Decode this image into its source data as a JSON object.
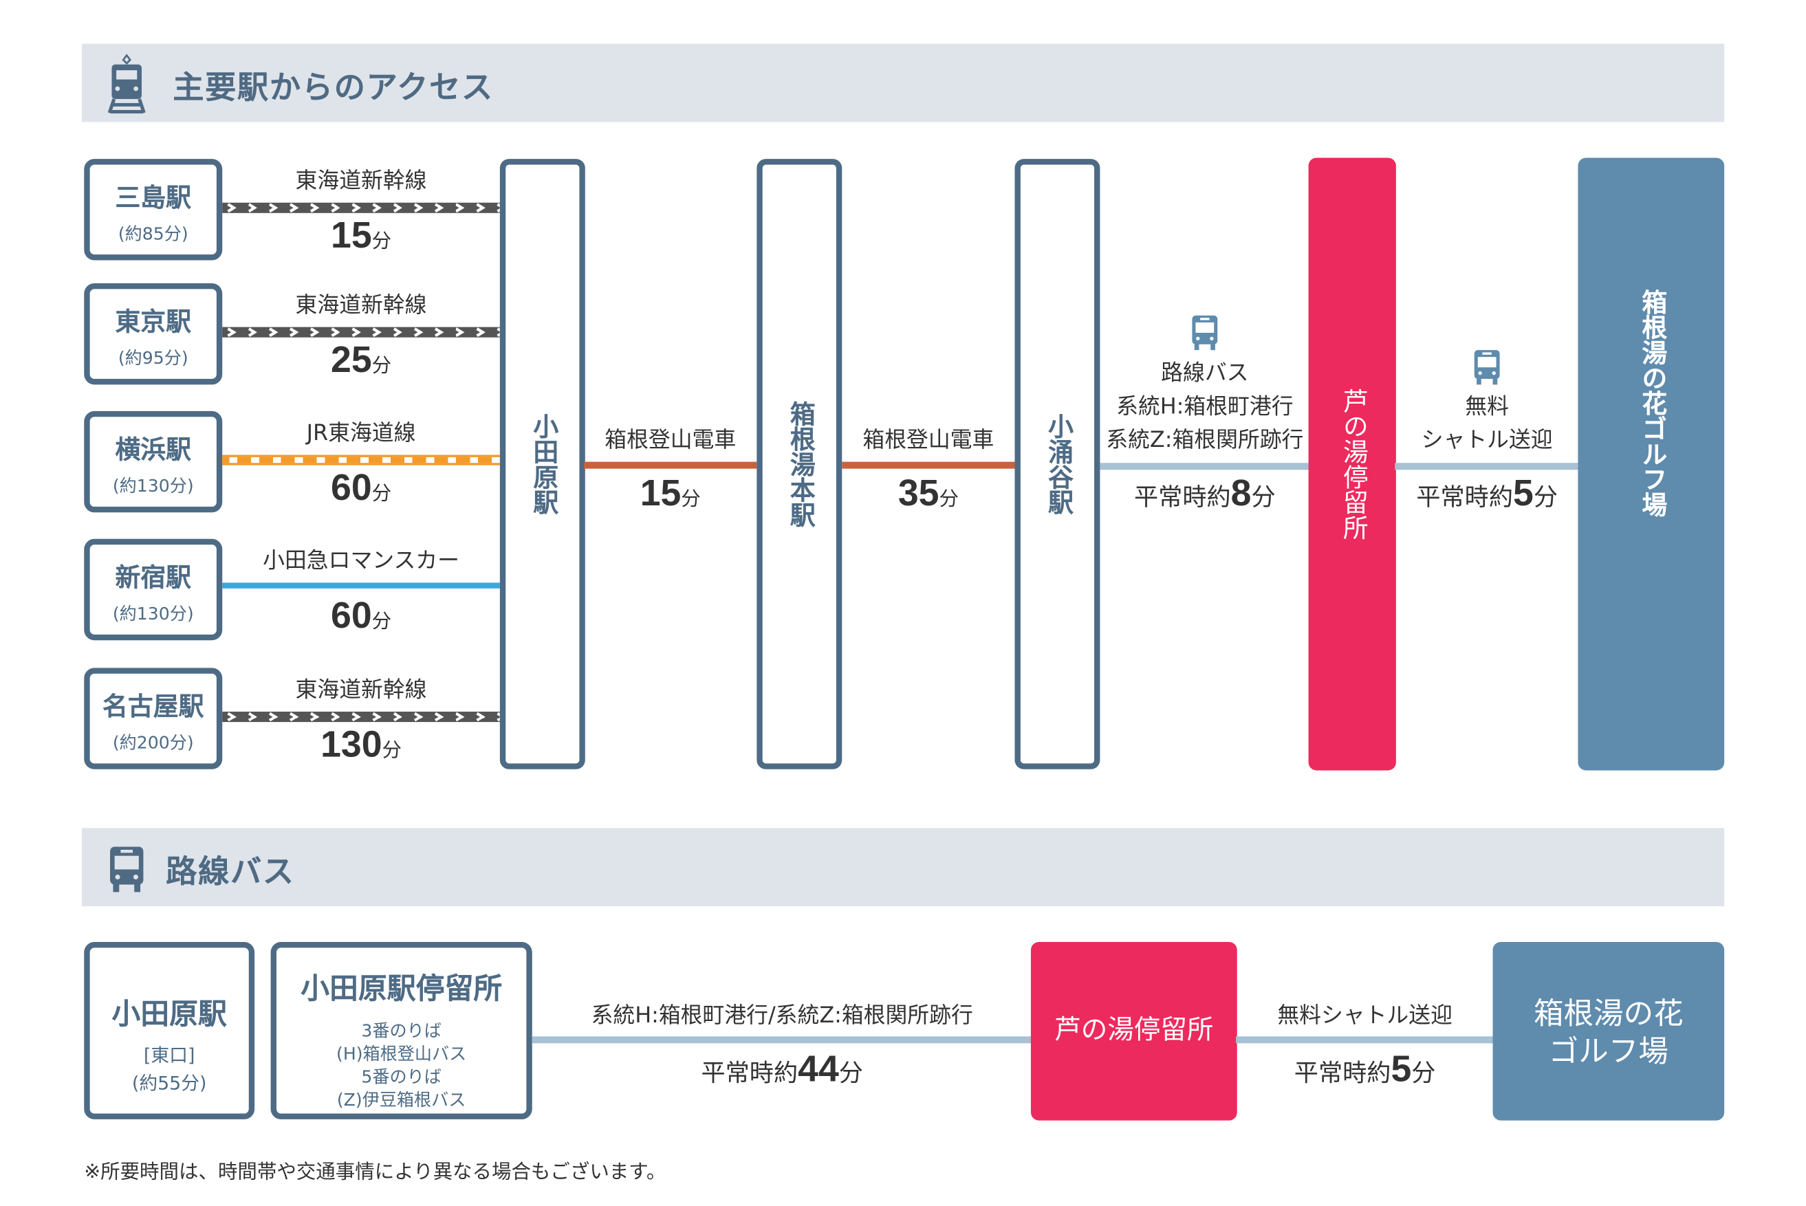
{
  "section1": {
    "title": "主要駅からのアクセス",
    "icon": "train-icon"
  },
  "origins": [
    {
      "name": "三島駅",
      "total": "(約85分)",
      "line": "東海道新幹線",
      "line_type": "shinkansen",
      "time": "15",
      "unit": "分"
    },
    {
      "name": "東京駅",
      "total": "(約95分)",
      "line": "東海道新幹線",
      "line_type": "shinkansen",
      "time": "25",
      "unit": "分"
    },
    {
      "name": "横浜駅",
      "total": "(約130分)",
      "line": "JR東海道線",
      "line_type": "jr",
      "time": "60",
      "unit": "分"
    },
    {
      "name": "新宿駅",
      "total": "(約130分)",
      "line": "小田急ロマンスカー",
      "line_type": "odakyu",
      "time": "60",
      "unit": "分"
    },
    {
      "name": "名古屋駅",
      "total": "(約200分)",
      "line": "東海道新幹線",
      "line_type": "shinkansen",
      "time": "130",
      "unit": "分"
    }
  ],
  "stations": {
    "odawara": "小田原駅",
    "yumoto": "箱根湯本駅",
    "kowakidani": "小涌谷駅",
    "ashinoyu": "芦の湯停留所",
    "golf": "箱根湯の花ゴルフ場"
  },
  "segments": [
    {
      "label": "箱根登山電車",
      "time": "15",
      "unit": "分"
    },
    {
      "label": "箱根登山電車",
      "time": "35",
      "unit": "分"
    },
    {
      "label1": "路線バス",
      "label2": "系統H:箱根町港行",
      "label3": "系統Z:箱根関所跡行",
      "prefix": "平常時約",
      "time": "8",
      "unit": "分"
    },
    {
      "label1": "無料",
      "label2": "シャトル送迎",
      "prefix": "平常時約",
      "time": "5",
      "unit": "分"
    }
  ],
  "section2": {
    "title": "路線バス",
    "icon": "bus-icon"
  },
  "bus": {
    "station": "小田原駅",
    "exit": "[東口]",
    "total": "(約55分)",
    "stop": "小田原駅停留所",
    "stop_lines": [
      "3番のりば",
      "(H)箱根登山バス",
      "5番のりば",
      "(Z)伊豆箱根バス"
    ],
    "route": "系統H:箱根町港行/系統Z:箱根関所跡行",
    "prefix": "平常時約",
    "time": "44",
    "unit": "分",
    "ashinoyu": "芦の湯停留所",
    "shuttle": "無料シャトル送迎",
    "shuttle_prefix": "平常時約",
    "shuttle_time": "5",
    "shuttle_unit": "分",
    "golf1": "箱根湯の花",
    "golf2": "ゴルフ場"
  },
  "footnote": "※所要時間は、時間帯や交通事情により異なる場合もございます。",
  "colors": {
    "navy": "#4e6b85",
    "pink": "#ec2a5d",
    "steel": "#5f8bad",
    "band": "#dfe4ea"
  }
}
